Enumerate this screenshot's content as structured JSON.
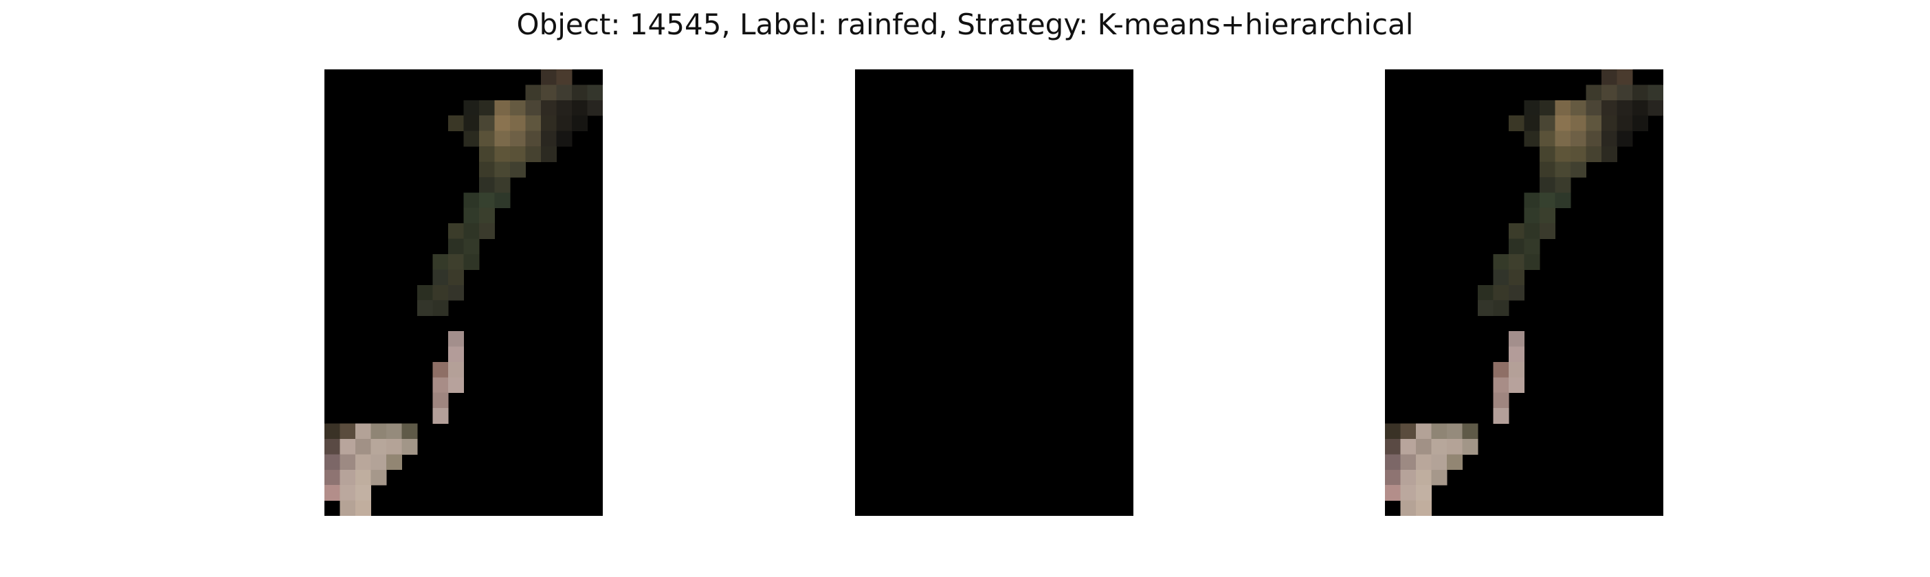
{
  "figure": {
    "title": "Object: 14545, Label: rainfed, Strategy: K-means+hierarchical"
  },
  "panels": [
    {
      "id": "left",
      "content": "image-patch"
    },
    {
      "id": "middle",
      "content": "blank-mask"
    },
    {
      "id": "right",
      "content": "image-patch"
    }
  ],
  "colors": {
    "background": "#000000",
    "page": "#ffffff"
  }
}
